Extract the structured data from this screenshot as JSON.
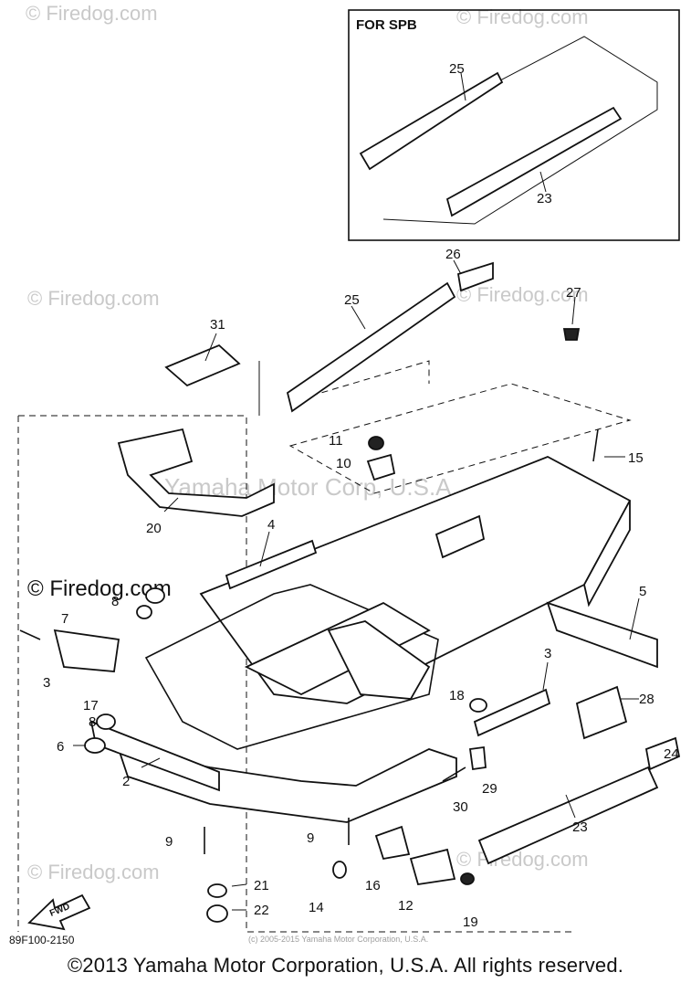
{
  "watermark": {
    "brand": "© Firedog.com",
    "center_text": "Yamaha Motor Corp, U.S.A.",
    "credit_small": "(c) 2005-2015 Yamaha Motor Corporation, U.S.A."
  },
  "inset": {
    "label": "FOR SPB",
    "callouts": [
      "25",
      "23"
    ]
  },
  "diagram_code": "89F100-2150",
  "fwd_label": "FWD",
  "callouts": {
    "c2": "2",
    "c3a": "3",
    "c3b": "3",
    "c4": "4",
    "c5": "5",
    "c6": "6",
    "c7": "7",
    "c8a": "8",
    "c8b": "8",
    "c9a": "9",
    "c9b": "9",
    "c10": "10",
    "c11": "11",
    "c12": "12",
    "c14": "14",
    "c15": "15",
    "c16": "16",
    "c17": "17",
    "c18": "18",
    "c19": "19",
    "c20": "20",
    "c21": "21",
    "c22": "22",
    "c23": "23",
    "c24": "24",
    "c25": "25",
    "c26": "26",
    "c27": "27",
    "c28": "28",
    "c29": "29",
    "c30": "30",
    "c31": "31"
  },
  "copyright": "©2013 Yamaha Motor Corporation, U.S.A. All rights reserved."
}
